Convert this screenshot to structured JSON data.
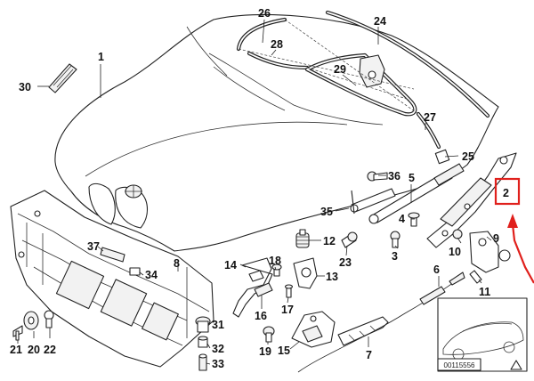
{
  "diagram": {
    "labels": {
      "n1": "1",
      "n2": "2",
      "n3": "3",
      "n4": "4",
      "n5": "5",
      "n6": "6",
      "n7": "7",
      "n8": "8",
      "n9": "9",
      "n10": "10",
      "n11": "11",
      "n12": "12",
      "n13": "13",
      "n14": "14",
      "n15": "15",
      "n16": "16",
      "n17": "17",
      "n18": "18",
      "n19": "19",
      "n20": "20",
      "n21": "21",
      "n22": "22",
      "n23": "23",
      "n24": "24",
      "n25": "25",
      "n26": "26",
      "n27": "27",
      "n28": "28",
      "n29": "29",
      "n30": "30",
      "n31": "31",
      "n32": "32",
      "n33": "33",
      "n34": "34",
      "n35": "35",
      "n36": "36",
      "n37": "37"
    },
    "reference_code": "00115556",
    "colors": {
      "line": "#222222",
      "highlight": "#e0201c",
      "background": "#ffffff"
    }
  }
}
